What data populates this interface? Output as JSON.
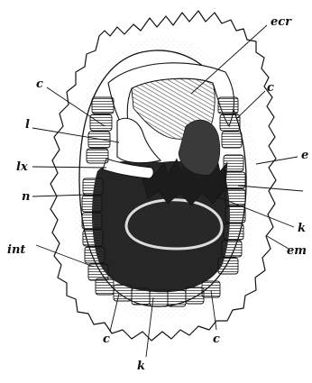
{
  "figure": {
    "colors": {
      "ink": "#111111",
      "dark_mass": "#2b2b2b",
      "hatch": "#555555",
      "paper": "#ffffff"
    },
    "labels": {
      "ecr": "ecr",
      "c_top_left": "c",
      "c_top_right": "c",
      "l": "l",
      "e": "e",
      "lx": "lx",
      "n": "n",
      "k_right": "k",
      "int": "int",
      "em": "em",
      "c_bottom_left": "c",
      "c_bottom_right": "c",
      "k_bottom": "k"
    }
  }
}
